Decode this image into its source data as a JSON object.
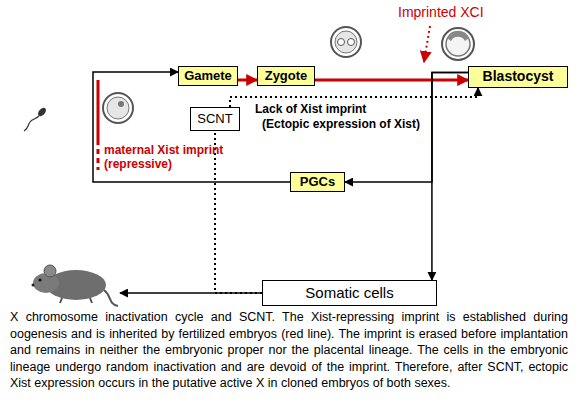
{
  "diagram": {
    "caption": "X chromosome inactivation cycle and SCNT. The Xist-repressing imprint is established during oogenesis and is inherited by fertilized embryos (red line). The imprint is erased before implantation and remains in neither the embryonic proper nor the placental lineage. The cells in the embryonic lineage undergo random inactivation and are devoid of the imprint. Therefore, after SCNT, ectopic Xist expression occurs in the putative active X in cloned embryos of both sexes.",
    "nodes": [
      {
        "text": [
          "Gamete"
        ]
      },
      {
        "text": [
          "Zygote"
        ]
      },
      {
        "text": [
          "Blastocyst"
        ]
      },
      {
        "text": [
          "SCNT"
        ]
      },
      {
        "text": [
          "PGCs"
        ]
      },
      {
        "text": [
          "Somatic cells"
        ]
      }
    ],
    "edges": [
      {
        "from": 0,
        "to": 1,
        "arrow": "to"
      },
      {
        "from": 1,
        "to": 2,
        "arrow": "to"
      },
      {
        "from": 2,
        "to": 4,
        "arrow": "to"
      },
      {
        "from": 2,
        "to": 5,
        "arrow": "to"
      },
      {
        "from": 4,
        "to": 0,
        "arrow": "to"
      },
      {
        "from": 3,
        "to": 2,
        "arrow": "to"
      },
      {
        "from": 5,
        "to": 3,
        "arrow": "none"
      }
    ],
    "labels": [
      "Imprinted XCI",
      "maternal Xist imprint (repressive)",
      "Lack of Xist imprint",
      "(Ectopic expression of Xist)"
    ]
  }
}
